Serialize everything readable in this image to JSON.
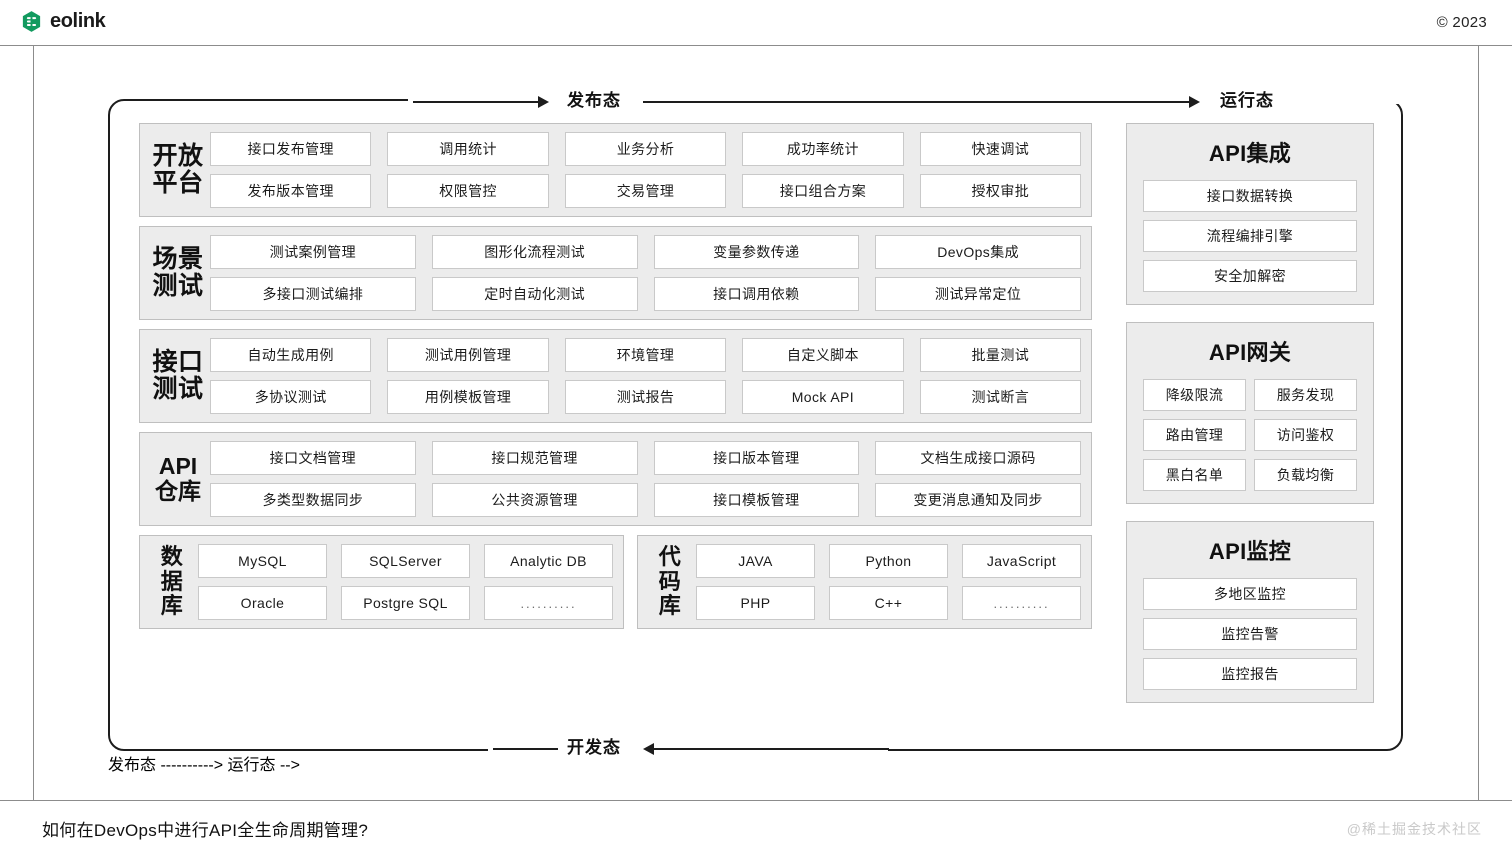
{
  "header": {
    "logo_icon": "eolink-hexagon-icon",
    "logo_text": "eolink",
    "copyright": "© 2023",
    "brand_color": "#129a5f"
  },
  "flow": {
    "top_left_label": "发布态",
    "top_right_label": "运行态",
    "bottom_label": "开发态"
  },
  "left_groups": [
    {
      "title": "开放\n平台",
      "rows": [
        [
          "接口发布管理",
          "调用统计",
          "业务分析",
          "成功率统计",
          "快速调试"
        ],
        [
          "发布版本管理",
          "权限管控",
          "交易管理",
          "接口组合方案",
          "授权审批"
        ]
      ]
    },
    {
      "title": "场景\n测试",
      "rows": [
        [
          "测试案例管理",
          "图形化流程测试",
          "变量参数传递",
          "DevOps集成"
        ],
        [
          "多接口测试编排",
          "定时自动化测试",
          "接口调用依赖",
          "测试异常定位"
        ]
      ]
    },
    {
      "title": "接口\n测试",
      "rows": [
        [
          "自动生成用例",
          "测试用例管理",
          "环境管理",
          "自定义脚本",
          "批量测试"
        ],
        [
          "多协议测试",
          "用例模板管理",
          "测试报告",
          "Mock API",
          "测试断言"
        ]
      ]
    },
    {
      "title": "API\n仓库",
      "rows": [
        [
          "接口文档管理",
          "接口规范管理",
          "接口版本管理",
          "文档生成接口源码"
        ],
        [
          "多类型数据同步",
          "公共资源管理",
          "接口模板管理",
          "变更消息通知及同步"
        ]
      ]
    }
  ],
  "bottom_groups": [
    {
      "title": "数\n据\n库",
      "rows": [
        [
          "MySQL",
          "SQLServer",
          "Analytic DB"
        ],
        [
          "Oracle",
          "Postgre SQL",
          ".........."
        ]
      ]
    },
    {
      "title": "代\n码\n库",
      "rows": [
        [
          "JAVA",
          "Python",
          "JavaScript"
        ],
        [
          "PHP",
          "C++",
          ".........."
        ]
      ]
    }
  ],
  "right_panels": [
    {
      "title": "API集成",
      "columns": 1,
      "items": [
        "接口数据转换",
        "流程编排引擎",
        "安全加解密"
      ]
    },
    {
      "title": "API网关",
      "columns": 2,
      "items": [
        "降级限流",
        "服务发现",
        "路由管理",
        "访问鉴权",
        "黑白名单",
        "负载均衡"
      ]
    },
    {
      "title": "API监控",
      "columns": 1,
      "items": [
        "多地区监控",
        "监控告警",
        "监控报告"
      ]
    }
  ],
  "footer": {
    "caption": "如何在DevOps中进行API全生命周期管理?",
    "watermark": "@稀土掘金技术社区"
  }
}
